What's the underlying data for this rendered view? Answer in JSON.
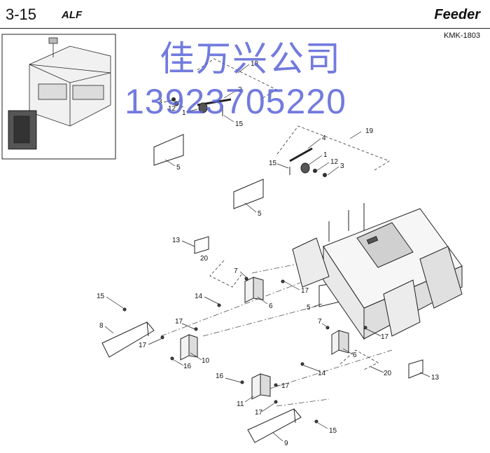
{
  "header": {
    "section_number": "3-15",
    "section_title": "ALF",
    "unit_name": "Feeder",
    "model_code": "KMK-1803"
  },
  "watermark": {
    "company": "佳万兴公司",
    "phone": "13923705220"
  },
  "callouts": [
    {
      "id": "c18",
      "text": "18"
    },
    {
      "id": "c2",
      "text": "2"
    },
    {
      "id": "c3a",
      "text": "3"
    },
    {
      "id": "c12a",
      "text": "12"
    },
    {
      "id": "c1a",
      "text": "1"
    },
    {
      "id": "c15a",
      "text": "15"
    },
    {
      "id": "c19",
      "text": "19"
    },
    {
      "id": "c4",
      "text": "4"
    },
    {
      "id": "c1b",
      "text": "1"
    },
    {
      "id": "c12b",
      "text": "12"
    },
    {
      "id": "c3b",
      "text": "3"
    },
    {
      "id": "c15b",
      "text": "15"
    },
    {
      "id": "c5a",
      "text": "5"
    },
    {
      "id": "c5b",
      "text": "5"
    },
    {
      "id": "c13a",
      "text": "13"
    },
    {
      "id": "c20a",
      "text": "20"
    },
    {
      "id": "c7a",
      "text": "7"
    },
    {
      "id": "c17a",
      "text": "17"
    },
    {
      "id": "c14a",
      "text": "14"
    },
    {
      "id": "c6a",
      "text": "6"
    },
    {
      "id": "c5c",
      "text": "5"
    },
    {
      "id": "c15c",
      "text": "15"
    },
    {
      "id": "c8",
      "text": "8"
    },
    {
      "id": "c17b",
      "text": "17"
    },
    {
      "id": "c17c",
      "text": "17"
    },
    {
      "id": "c10",
      "text": "10"
    },
    {
      "id": "c16a",
      "text": "16"
    },
    {
      "id": "c7b",
      "text": "7"
    },
    {
      "id": "c17d",
      "text": "17"
    },
    {
      "id": "c6b",
      "text": "6"
    },
    {
      "id": "c14b",
      "text": "14"
    },
    {
      "id": "c20b",
      "text": "20"
    },
    {
      "id": "c13b",
      "text": "13"
    },
    {
      "id": "c16b",
      "text": "16"
    },
    {
      "id": "c17e",
      "text": "17"
    },
    {
      "id": "c11",
      "text": "11"
    },
    {
      "id": "c17f",
      "text": "17"
    },
    {
      "id": "c15d",
      "text": "15"
    },
    {
      "id": "c9",
      "text": "9"
    }
  ]
}
